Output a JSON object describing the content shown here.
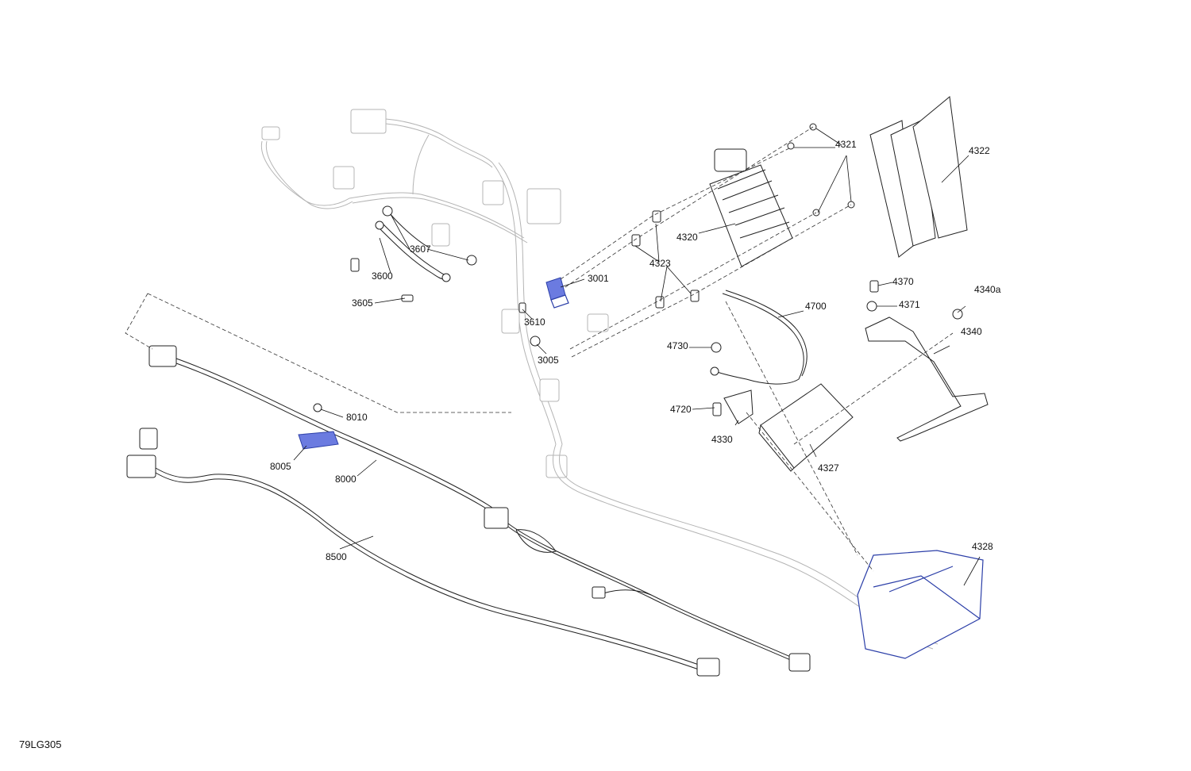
{
  "drawing_code": "79LG305",
  "accent_colors": {
    "highlight_blue": "#2c3fa8",
    "grey_parts": "#b4b4b4",
    "ink": "#111111"
  },
  "part_labels": [
    {
      "id": "3001",
      "text": "3001"
    },
    {
      "id": "3005",
      "text": "3005"
    },
    {
      "id": "3600",
      "text": "3600"
    },
    {
      "id": "3605",
      "text": "3605"
    },
    {
      "id": "3607",
      "text": "3607"
    },
    {
      "id": "3610",
      "text": "3610"
    },
    {
      "id": "4320",
      "text": "4320"
    },
    {
      "id": "4321",
      "text": "4321"
    },
    {
      "id": "4322",
      "text": "4322"
    },
    {
      "id": "4323",
      "text": "4323"
    },
    {
      "id": "4327",
      "text": "4327"
    },
    {
      "id": "4328",
      "text": "4328"
    },
    {
      "id": "4330",
      "text": "4330"
    },
    {
      "id": "4340",
      "text": "4340"
    },
    {
      "id": "4340a",
      "text": "4340a"
    },
    {
      "id": "4370",
      "text": "4370"
    },
    {
      "id": "4371",
      "text": "4371"
    },
    {
      "id": "4700",
      "text": "4700"
    },
    {
      "id": "4720",
      "text": "4720"
    },
    {
      "id": "4730",
      "text": "4730"
    },
    {
      "id": "8000",
      "text": "8000"
    },
    {
      "id": "8005",
      "text": "8005"
    },
    {
      "id": "8010",
      "text": "8010"
    },
    {
      "id": "8500",
      "text": "8500"
    }
  ]
}
